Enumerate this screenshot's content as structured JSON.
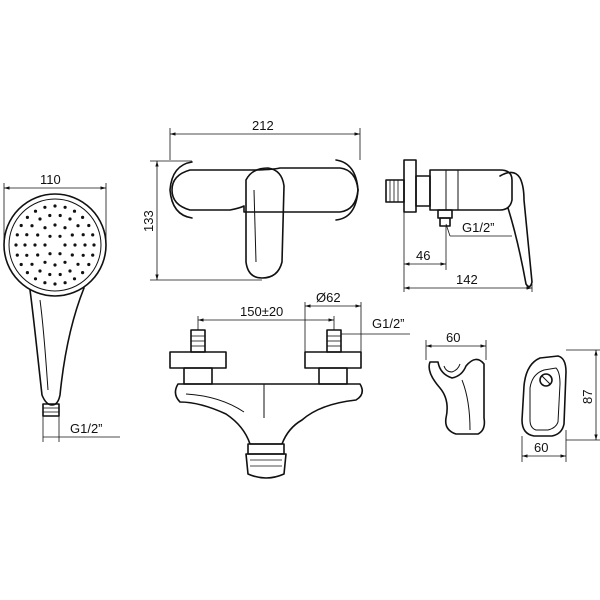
{
  "dimensions": {
    "hand_shower_width": "110",
    "hand_shower_thread": "G1/2”",
    "mixer_width": "212",
    "mixer_height": "133",
    "side_depth_inner": "46",
    "side_depth_total": "142",
    "side_thread": "G1/2”",
    "inlet_spacing": "150±20",
    "flange_diameter": "Ø62",
    "inlet_thread": "G1/2”",
    "holder_front_width": "60",
    "holder_side_height": "87",
    "holder_side_width": "60"
  }
}
